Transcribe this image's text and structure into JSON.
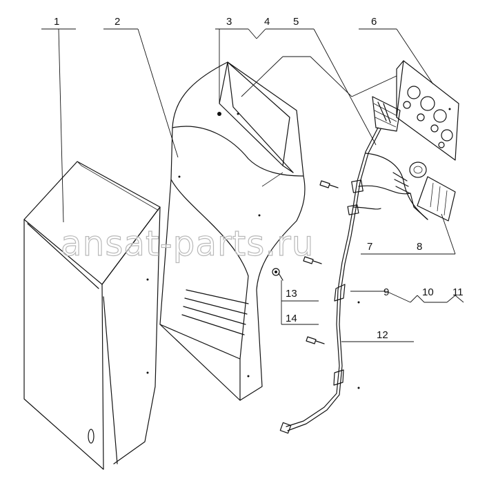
{
  "callouts": {
    "c1": "1",
    "c2": "2",
    "c3": "3",
    "c4": "4",
    "c5": "5",
    "c6": "6",
    "c7": "7",
    "c8": "8",
    "c9": "9",
    "c10": "10",
    "c11": "11",
    "c12": "12",
    "c13": "13",
    "c14": "14"
  },
  "watermark": "ansat-parts.ru"
}
